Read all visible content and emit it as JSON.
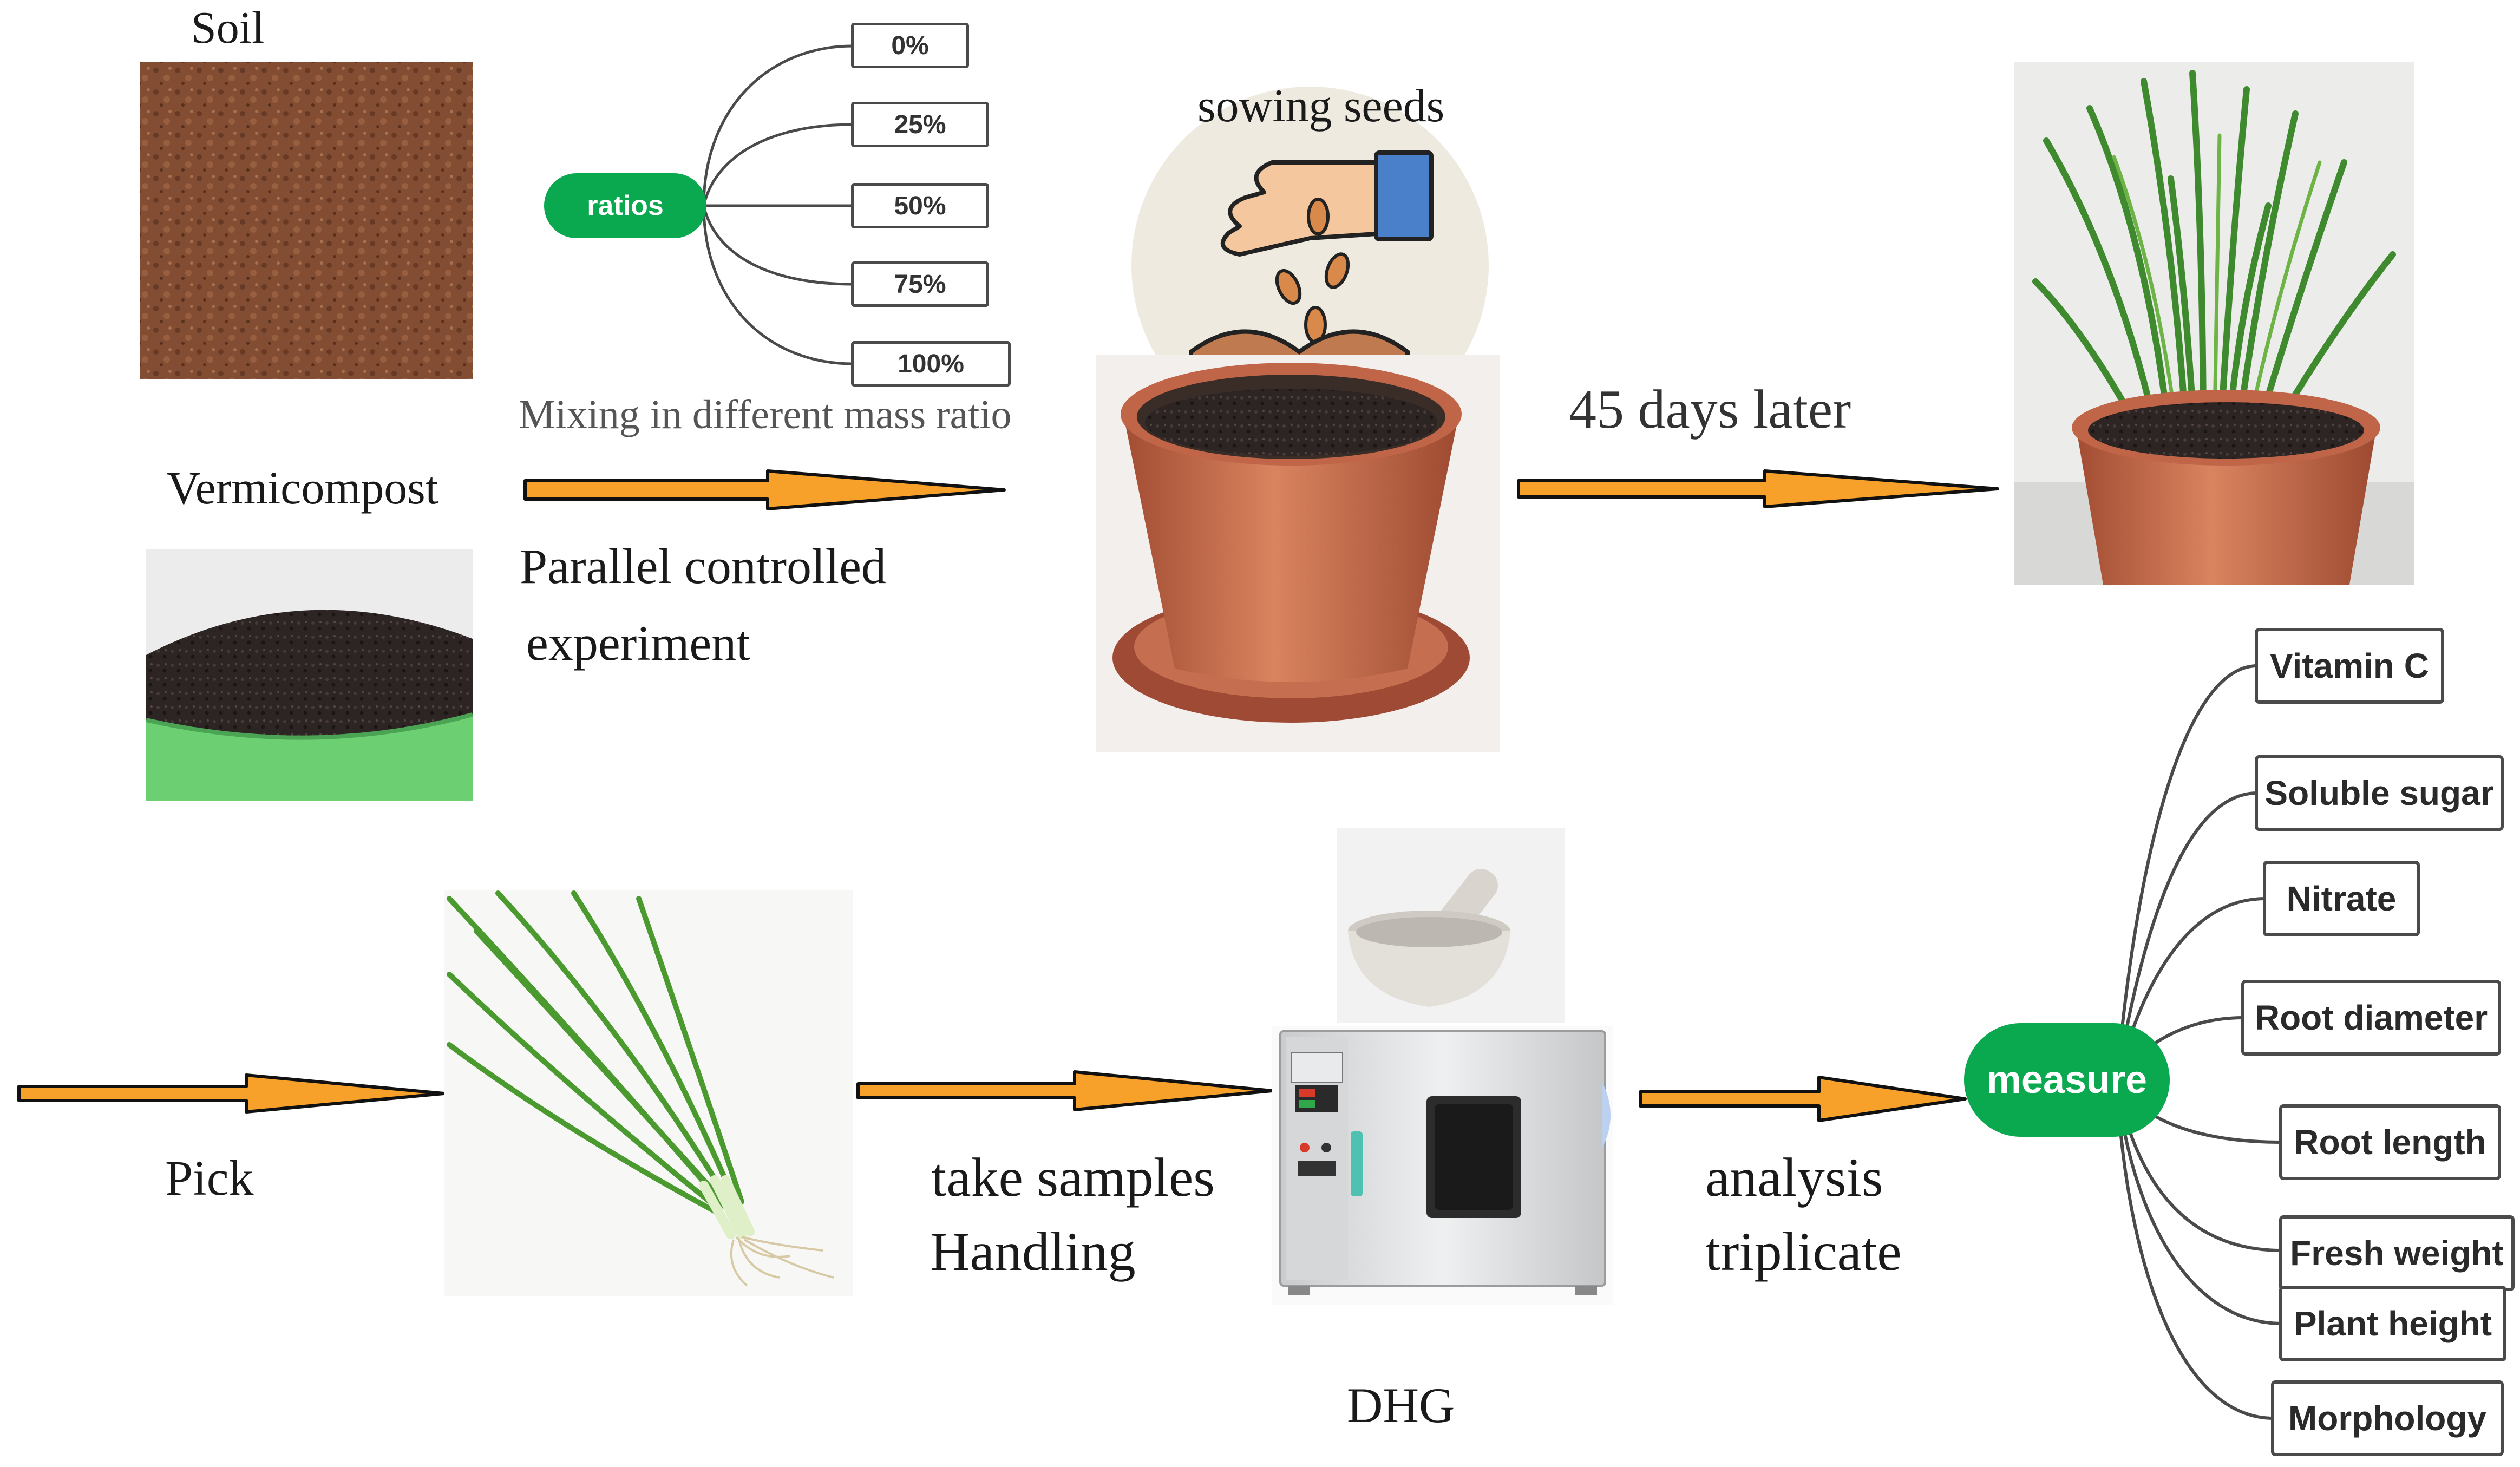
{
  "labels": {
    "soil": "Soil",
    "vermicompost": "Vermicompost",
    "mixing": "Mixing in different mass ratio",
    "parallel_1": "Parallel controlled",
    "parallel_2": "experiment",
    "sowing": "sowing seeds",
    "days_later": "45 days later",
    "pick": "Pick",
    "take_samples": "take samples",
    "handling": "Handling",
    "dhg": "DHG",
    "analysis": "analysis",
    "triplicate": "triplicate"
  },
  "ratios": {
    "label": "ratios",
    "items": [
      "0%",
      "25%",
      "50%",
      "75%",
      "100%"
    ]
  },
  "measure": {
    "label": "measure",
    "items": [
      "Vitamin C",
      "Soluble sugar",
      "Nitrate",
      "Root diameter",
      "Root length",
      "Fresh weight",
      "Plant height",
      "Morphology"
    ]
  },
  "colors": {
    "arrow_fill": "#f7a12a",
    "pill_green": "#0aa84f",
    "soil_brown": "#8a5236",
    "pot_terracotta": "#c46a4a",
    "scallion_green": "#3f8a2e",
    "compost_dark": "#2b2320",
    "hand_blue": "#4a7fc9"
  },
  "icons": [
    "soil-photo",
    "vermicompost-photo",
    "sowing-hand-icon",
    "pot-soil-photo",
    "scallion-pot-photo",
    "scallion-harvest-photo",
    "mortar-pestle-icon",
    "drying-oven-icon"
  ]
}
